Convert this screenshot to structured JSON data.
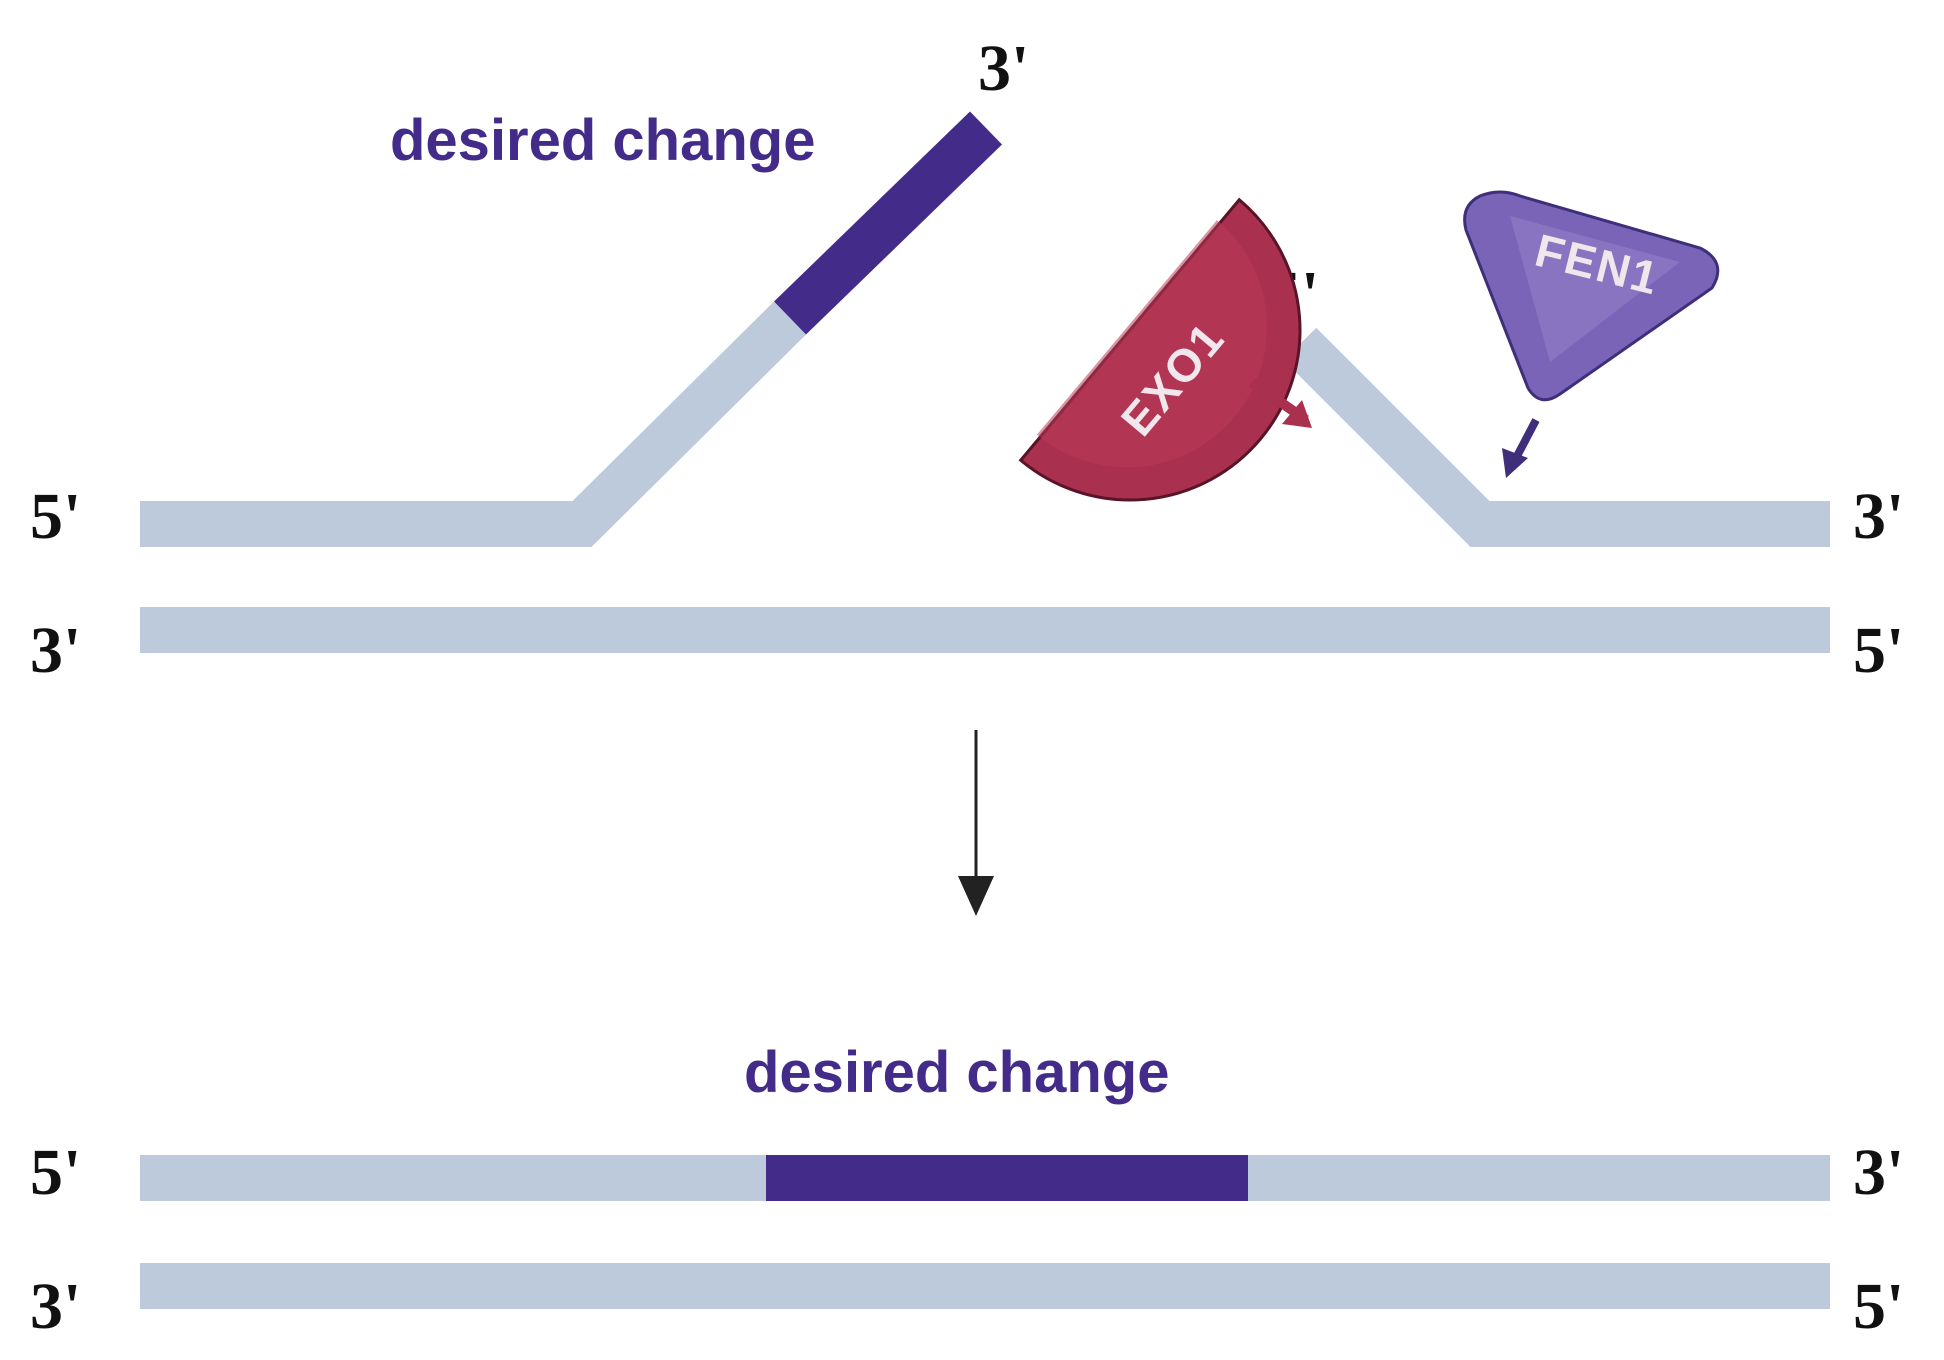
{
  "colors": {
    "strand": "#bccadb",
    "edit": "#432b8a",
    "exo1": "#a9304f",
    "exo1_light": "#c2485f",
    "fen1": "#7a64b8",
    "fen1_light": "#9a88cc",
    "arrow": "#222222",
    "label_text": "#432b8a"
  },
  "top_panel": {
    "desired_change_label": "desired change",
    "flap_3prime_label": "3'",
    "top_strand_left_label": "5'",
    "top_strand_right_label": "3'",
    "bottom_strand_left_label": "3'",
    "bottom_strand_right_label": "5'",
    "cleaved_flap_5prime_label": "5'",
    "exo1_label": "EXO1",
    "fen1_label": "FEN1"
  },
  "bottom_panel": {
    "desired_change_label": "desired change",
    "top_strand_left_label": "5'",
    "top_strand_right_label": "3'",
    "bottom_strand_left_label": "3'",
    "bottom_strand_right_label": "5'"
  },
  "icons": {
    "exo1": "exo1-enzyme-icon",
    "fen1": "fen1-enzyme-icon",
    "process_arrow": "down-arrow-icon"
  }
}
